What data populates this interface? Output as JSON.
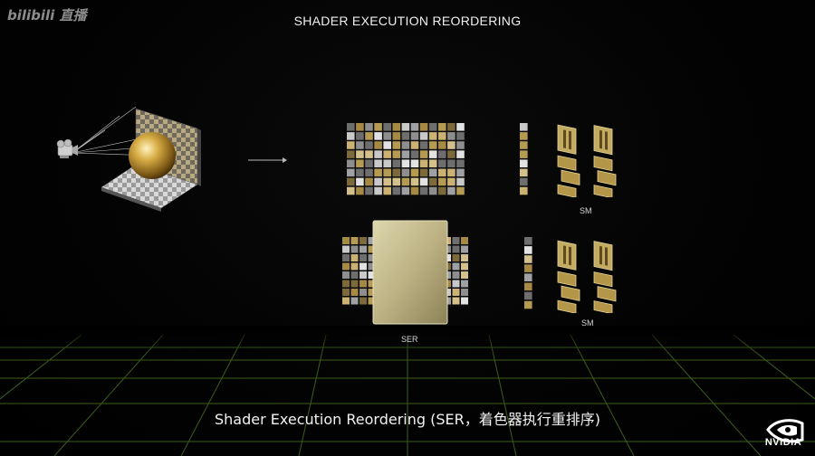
{
  "title": "SHADER EXECUTION REORDERING",
  "caption": "Shader Execution Reordering (SER，着色器执行重排序)",
  "watermark": "bilibili 直播",
  "labels": {
    "sm_top": "SM",
    "sm_bottom": "SM",
    "ser": "SER"
  },
  "logo": {
    "text": "NVIDIA",
    "icon": "nvidia-eye-icon"
  },
  "icons": {
    "camera": "camera-icon",
    "arrow": "arrow-right-icon",
    "sphere": "gold-sphere-icon"
  },
  "colors": {
    "gold": "#b59a52",
    "silver": "#a8a8a8",
    "floor_grid": "#3d6b1f",
    "ser_block": "#c8bf8e"
  }
}
